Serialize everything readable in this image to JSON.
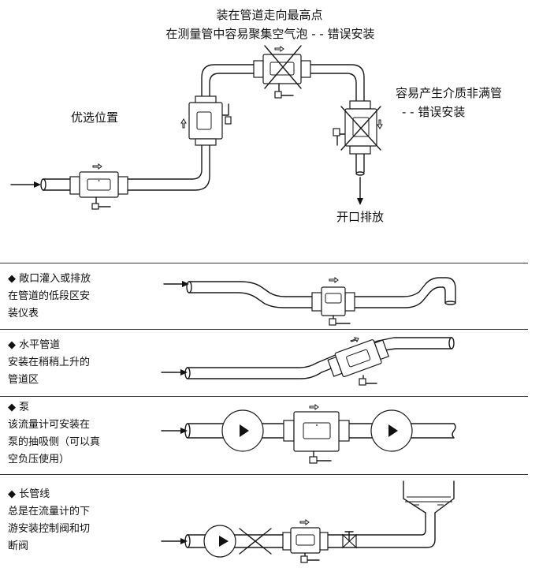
{
  "top": {
    "title_line1": "装在管道走向最高点",
    "title_line2": "在测量管中容易聚集空气泡 - - 错误安装",
    "preferred": "优选位置",
    "partial_line1": "容易产生介质非满管",
    "partial_line2": "- - 错误安装",
    "outlet": "开口排放"
  },
  "sections": [
    {
      "title": "◆ 敞口灌入或排放",
      "lines": [
        "在管道的低段区安",
        "装仪表"
      ]
    },
    {
      "title": "◆ 水平管道",
      "lines": [
        "安装在稍稍上升的",
        "管道区"
      ]
    },
    {
      "title": "◆ 泵",
      "lines": [
        "该流量计可安装在",
        "泵的抽吸侧（可以真",
        "空负压使用）"
      ]
    },
    {
      "title": "◆ 长管线",
      "lines": [
        "总是在流量计的下",
        "游安装控制阀和切",
        "断阀"
      ]
    }
  ]
}
